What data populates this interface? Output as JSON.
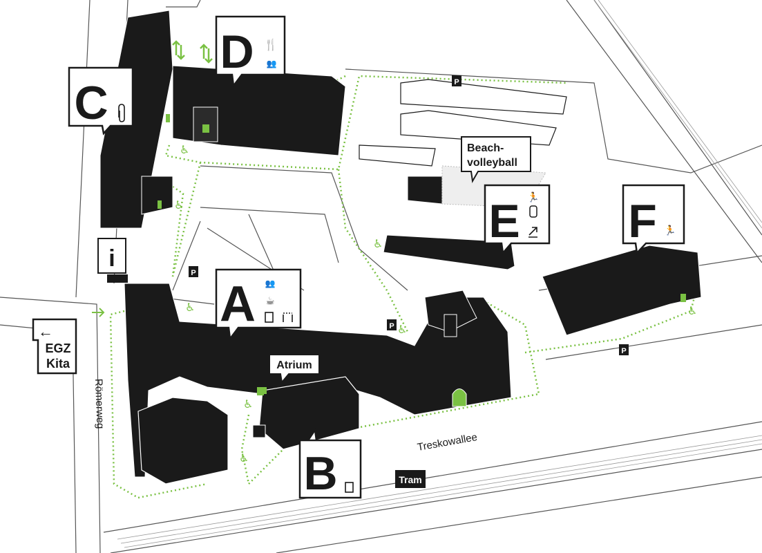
{
  "colors": {
    "building": "#1a1a1a",
    "building_top": "#2b2b2b",
    "street_line": "#555555",
    "path_green": "#7ac143",
    "background": "#ffffff"
  },
  "streets": {
    "roemerweg": "Römerweg",
    "treskowallee": "Treskowallee"
  },
  "buildings": {
    "a": {
      "letter": "A",
      "icons": [
        "group-icon",
        "coffee-icon",
        "book-icon",
        "info-counter-icon"
      ]
    },
    "b": {
      "letter": "B",
      "icons": [
        "book-icon"
      ]
    },
    "c": {
      "letter": "C",
      "icons": [
        "paperclip-icon"
      ]
    },
    "d": {
      "letter": "D",
      "icons": [
        "cutlery-icon",
        "group-icon"
      ]
    },
    "e": {
      "letter": "E",
      "icons": [
        "running-icon",
        "fitness-icon",
        "external-link-icon"
      ]
    },
    "f": {
      "letter": "F",
      "icons": [
        "running-icon"
      ]
    }
  },
  "labels": {
    "atrium": "Atrium",
    "beach_line1": "Beach-",
    "beach_line2": "volleyball",
    "egz_line1": "EGZ",
    "egz_line2": "Kita",
    "egz_arrow": "←",
    "tram": "Tram",
    "info": "i"
  },
  "parking": {
    "label": "P"
  }
}
